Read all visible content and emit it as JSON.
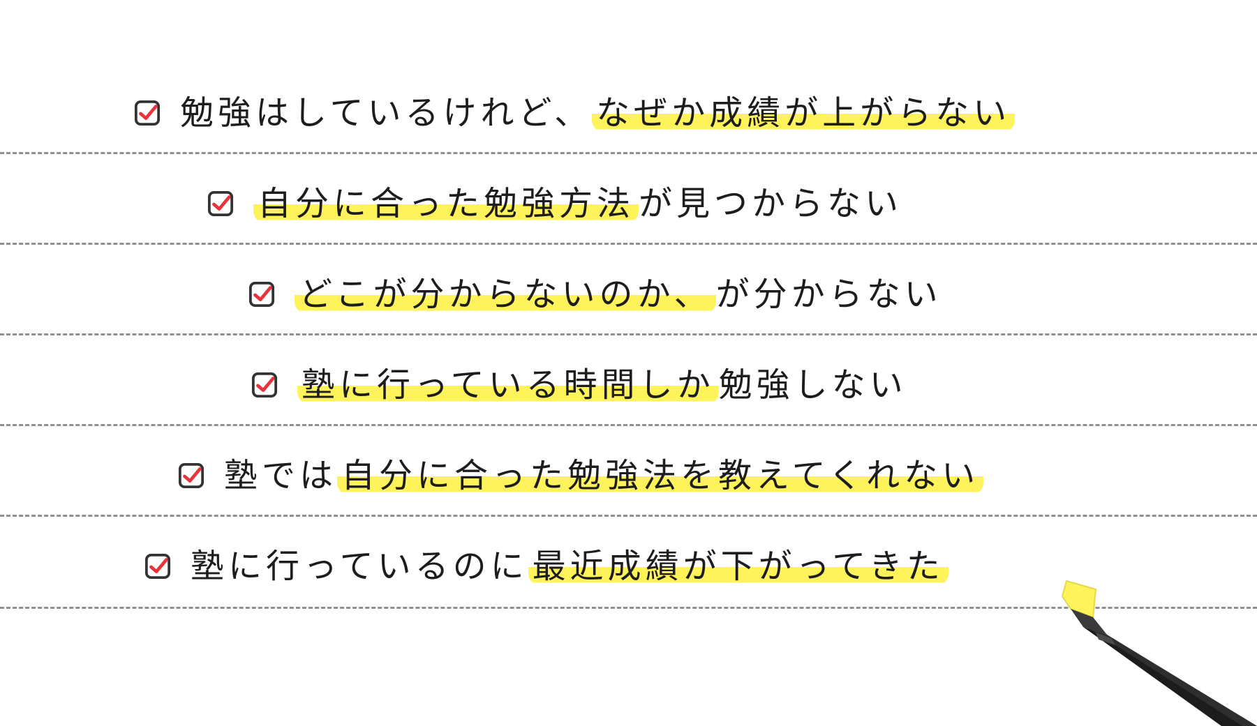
{
  "checklist": [
    {
      "before": "勉強はしているけれど、",
      "highlight": "なぜか成績が上がらない",
      "after": ""
    },
    {
      "before": "",
      "highlight": "自分に合った勉強方法",
      "after": "が見つからない"
    },
    {
      "before": "",
      "highlight": "どこが分からないのか、",
      "after": "が分からない"
    },
    {
      "before": "",
      "highlight": "塾に行っている時間しか",
      "after": "勉強しない"
    },
    {
      "before": "塾では",
      "highlight": "自分に合った勉強法を教えてくれない",
      "after": ""
    },
    {
      "before": "塾に行っているのに",
      "highlight": "最近成績が下がってきた",
      "after": ""
    }
  ],
  "colors": {
    "highlight": "#fff35c",
    "check": "#e8323c",
    "box": "#333333",
    "line": "#8f8f8f",
    "text": "#1d1d1d"
  },
  "icons": {
    "check": "checkbox-checked-icon",
    "marker": "highlighter-marker-icon"
  }
}
